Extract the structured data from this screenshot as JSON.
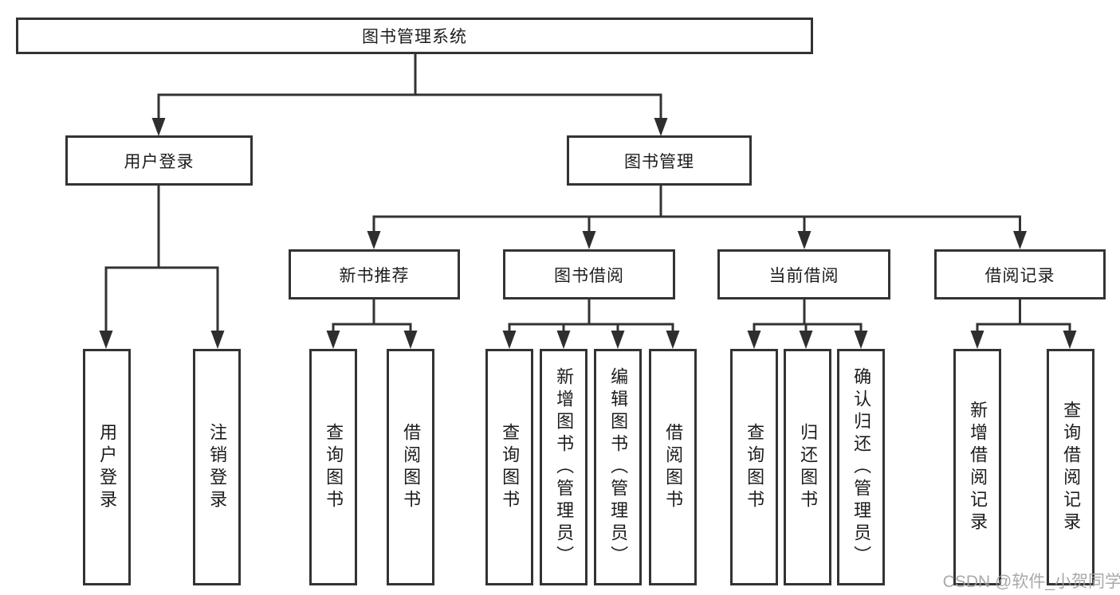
{
  "watermark": "CSDN @软件_小贺同学",
  "colors": {
    "line": "#333333",
    "box_border": "#333333",
    "text": "#1c1c1c",
    "watermark": "#a0a0a0",
    "background": "#ffffff"
  },
  "nodes": {
    "root": "图书管理系统",
    "user_login": "用户登录",
    "book_mgmt": "图书管理",
    "new_book": "新书推荐",
    "borrow": "图书借阅",
    "current": "当前借阅",
    "records": "借阅记录"
  },
  "leaves": {
    "user_login": [
      "用户登录",
      "注销登录"
    ],
    "new_book": [
      "查询图书",
      "借阅图书"
    ],
    "borrow": [
      "查询图书",
      "新增图书（管理员）",
      "编辑图书（管理员）",
      "借阅图书"
    ],
    "current": [
      "查询图书",
      "归还图书",
      "确认归还（管理员）"
    ],
    "records": [
      "新增借阅记录",
      "查询借阅记录"
    ]
  }
}
